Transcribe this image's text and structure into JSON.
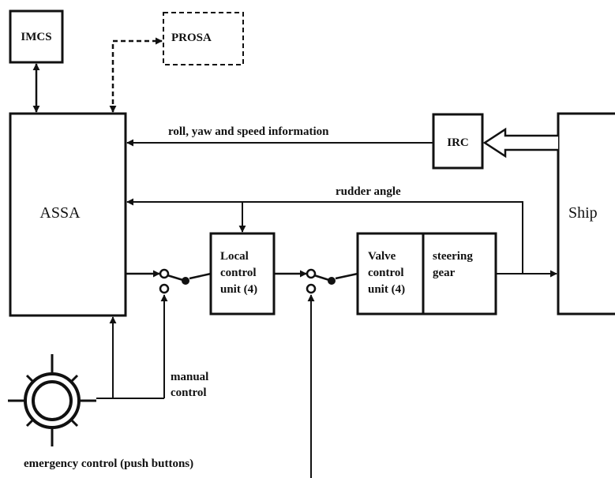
{
  "boxes": {
    "imcs": "IMCS",
    "prosa": "PROSA",
    "assa": "ASSA",
    "irc": "IRC",
    "ship": "Ship",
    "local_control": [
      "Local",
      "control",
      "unit (4)"
    ],
    "valve_control": [
      "Valve",
      "control",
      "unit (4)"
    ],
    "steering_gear": [
      "steering",
      "gear"
    ]
  },
  "labels": {
    "roll_yaw_speed": "roll, yaw and speed information",
    "rudder_angle": "rudder angle",
    "manual_control": [
      "manual",
      "control"
    ],
    "emergency_control": "emergency control (push buttons)"
  },
  "colors": {
    "line": "#111111",
    "background": "#ffffff"
  }
}
